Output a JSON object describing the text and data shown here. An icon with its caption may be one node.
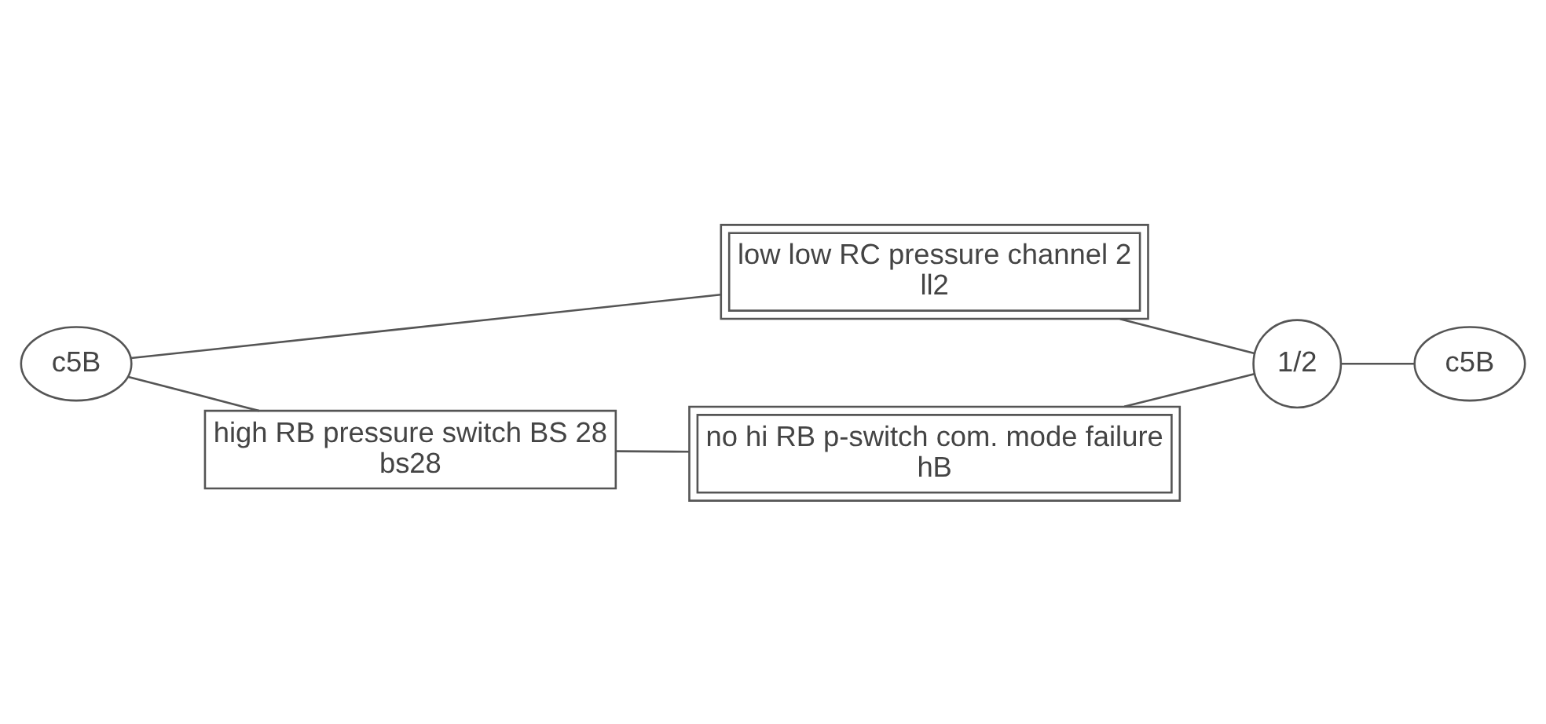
{
  "diagram": {
    "nodes": [
      {
        "text": [
          "c5B"
        ]
      },
      {
        "text": [
          "low low RC pressure channel 2",
          "ll2"
        ]
      },
      {
        "text": [
          "high RB pressure switch BS 28",
          "bs28"
        ]
      },
      {
        "text": [
          "no hi RB p-switch com. mode failure",
          "hB"
        ]
      },
      {
        "text": [
          "1/2"
        ]
      },
      {
        "text": [
          "c5B"
        ]
      }
    ],
    "edges": [
      {
        "from": 0,
        "to": 1,
        "arrow": "none"
      },
      {
        "from": 0,
        "to": 2,
        "arrow": "none"
      },
      {
        "from": 2,
        "to": 3,
        "arrow": "none"
      },
      {
        "from": 1,
        "to": 4,
        "arrow": "none"
      },
      {
        "from": 3,
        "to": 4,
        "arrow": "none"
      },
      {
        "from": 4,
        "to": 5,
        "arrow": "none"
      }
    ]
  }
}
